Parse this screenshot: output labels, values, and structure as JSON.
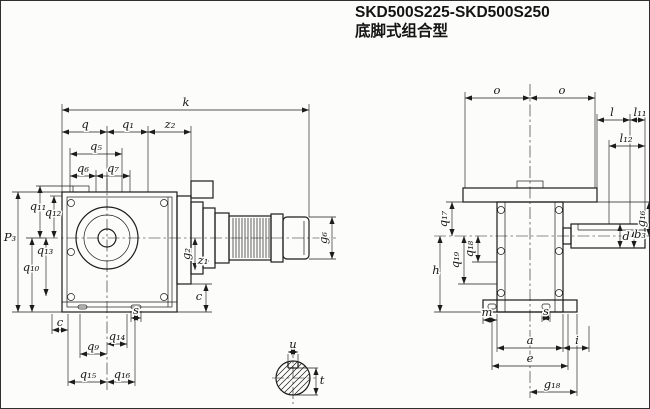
{
  "title": {
    "model_range": "SKD500S225-SKD500S250",
    "mount_type": "底脚式组合型"
  },
  "colors": {
    "background": "#fcfcfa",
    "line": "#1c1c1c",
    "text": "#141414"
  },
  "labels": {
    "left": {
      "k": "k",
      "q": "q",
      "q1": "q₁",
      "z2": "z₂",
      "q5": "q₅",
      "q6": "q₆",
      "q7": "q₇",
      "P3": "P₃",
      "q10": "q₁₀",
      "q11": "q₁₁",
      "q12": "q₁₂",
      "q13": "q₁₃",
      "g2": "g₂",
      "z1": "z₁",
      "g6": "g₆",
      "c_left": "c",
      "c_right": "c",
      "s": "s",
      "q9": "q₉",
      "q14": "q₁₄",
      "q15": "q₁₅",
      "q16": "q₁₆"
    },
    "right": {
      "o_left": "o",
      "o_right": "o",
      "l": "l",
      "l11": "l₁₁",
      "l12": "l₁₂",
      "g16": "g₁₆",
      "d": "d",
      "b3": "b₃",
      "q17": "q₁₇",
      "q18": "q₁₈",
      "q19": "q₁₉",
      "h": "h",
      "m": "m",
      "s": "s",
      "a": "a",
      "e": "e",
      "i": "i",
      "g18": "g₁₈"
    },
    "detail": {
      "u": "u",
      "t": "t"
    }
  }
}
